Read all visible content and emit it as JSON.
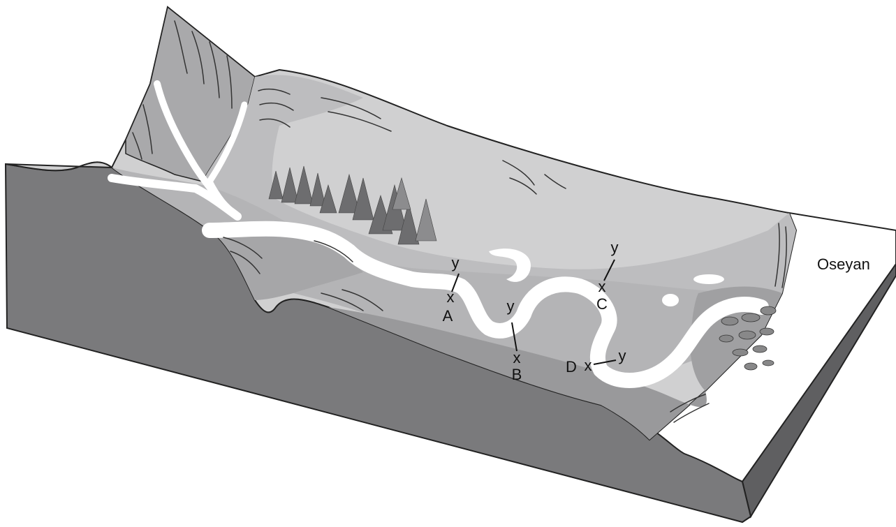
{
  "diagram": {
    "ocean_label": "Oseyan",
    "cross_sections": [
      {
        "id": "A",
        "start": "x",
        "end": "y"
      },
      {
        "id": "B",
        "start": "x",
        "end": "y"
      },
      {
        "id": "C",
        "start": "x",
        "end": "y"
      },
      {
        "id": "D",
        "start": "x",
        "end": "y"
      }
    ]
  },
  "colors": {
    "block_front": "#7a7a7c",
    "block_edge": "#5a5a5c",
    "ground_light": "#d0d0d1",
    "ground_mid": "#b4b4b6",
    "ground_dark": "#99999b",
    "mountain": "#a9a9ab",
    "water": "#ffffff",
    "trees": "#6d6d6f",
    "ocean_side": "#5f5f61"
  }
}
